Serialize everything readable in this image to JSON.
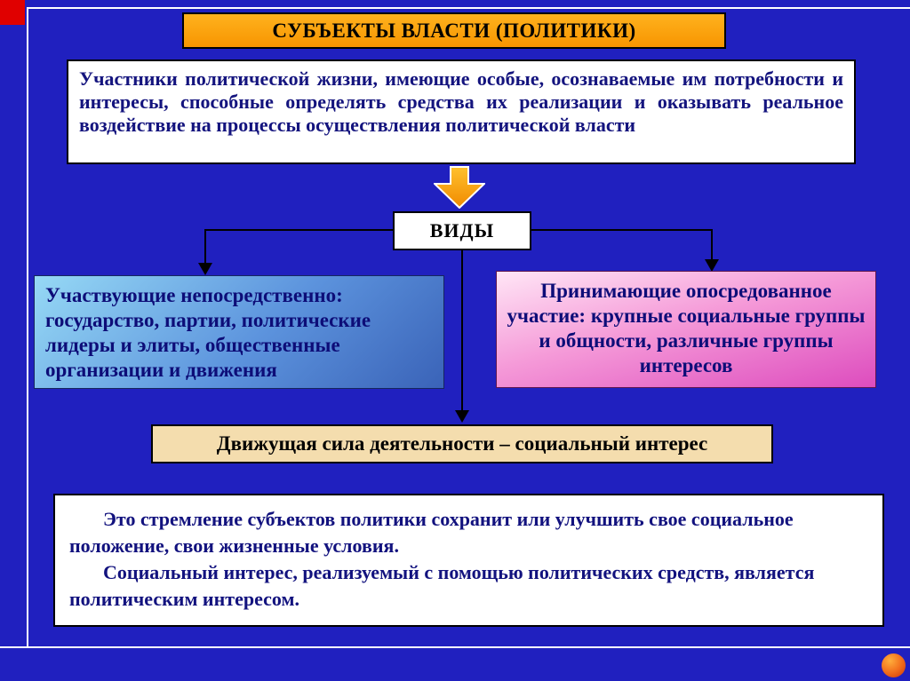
{
  "slide": {
    "title": "СУБЪЕКТЫ ВЛАСТИ (ПОЛИТИКИ)",
    "definition": "Участники политической жизни, имеющие особые, осознаваемые им потребности и интересы, способные определять средства их реализации и оказывать реальное воздействие на процессы осуществления политической власти",
    "kinds_label": "ВИДЫ",
    "left_branch": "Участвующие непосредственно: государство, партии, политические лидеры и элиты, общественные организации и движения",
    "right_branch": "Принимающие опосредованное участие: крупные социальные группы и общности, различные группы интересов",
    "driving_force": "Движущая сила деятельности – социальный интерес",
    "interest": {
      "p1": "Это стремление субъектов политики сохранит или улучшить свое социальное положение, свои жизненные условия.",
      "p2": "Социальный интерес, реализуемый с помощью политических средств, является политическим интересом."
    },
    "colors": {
      "background": "#2020bf",
      "title_bg": "#f79500",
      "text_navy": "#12127e",
      "left_box_gradient_from": "#96d9f5",
      "left_box_gradient_to": "#3a63b8",
      "right_box_gradient_from": "#ffe6f6",
      "right_box_gradient_to": "#dd4cbe",
      "driving_bg": "#f4ddae",
      "corner_square": "#e00000",
      "arrow_orange": "#f79500",
      "nav_circle": "#f2701d"
    },
    "icons": {
      "down_arrow": "down-arrow",
      "arrowhead": "arrowhead-down"
    }
  }
}
